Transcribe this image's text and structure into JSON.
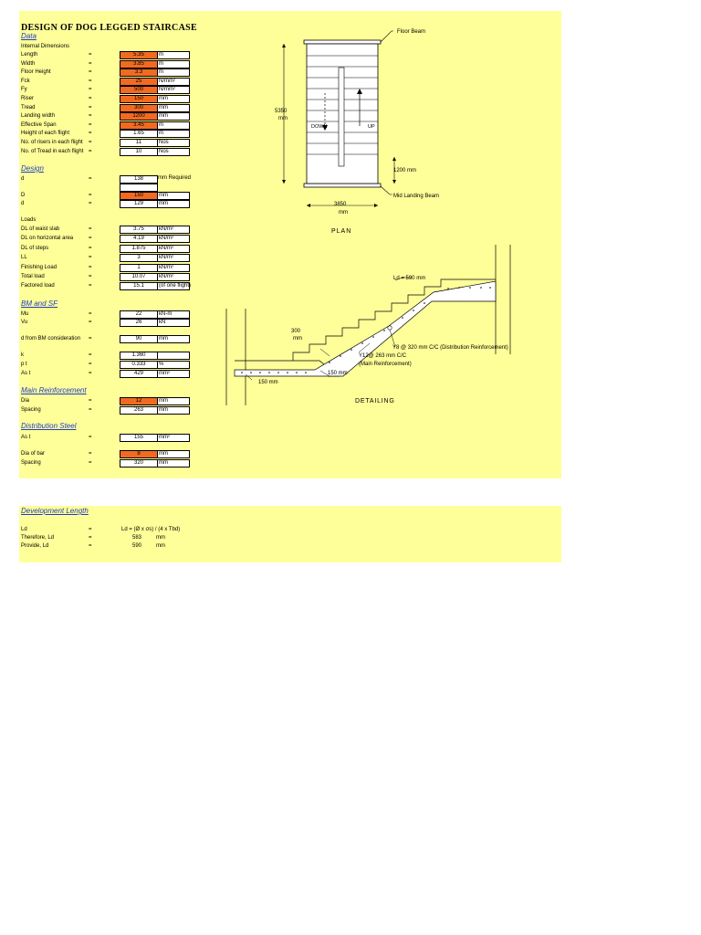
{
  "title": "DESIGN OF DOG LEGGED STAIRCASE",
  "data_section": {
    "heading": "Data",
    "subheading": "Internal Dimensions",
    "rows": [
      {
        "label": "Length",
        "eq": "=",
        "value": "5.35",
        "unit": "m"
      },
      {
        "label": "Width",
        "eq": "=",
        "value": "3.85",
        "unit": "m"
      },
      {
        "label": "Floor Height",
        "eq": "=",
        "value": "3.3",
        "unit": "m"
      },
      {
        "label": "Fck",
        "eq": "=",
        "value": "25",
        "unit": "N/mm²"
      },
      {
        "label": "Fy",
        "eq": "=",
        "value": "500",
        "unit": "N/mm²"
      },
      {
        "label": "Riser",
        "eq": "=",
        "value": "150",
        "unit": "mm"
      },
      {
        "label": "Tread",
        "eq": "=",
        "value": "300",
        "unit": "mm"
      },
      {
        "label": "Landing width",
        "eq": "=",
        "value": "1200",
        "unit": "mm"
      },
      {
        "label": "Effective Span",
        "eq": "=",
        "value": "3.45",
        "unit": "m"
      },
      {
        "label": "Height of each flight",
        "eq": "=",
        "value": "1.65",
        "unit": "m"
      },
      {
        "label": "No. of risers in each flight",
        "eq": "=",
        "value": "11",
        "unit": "Nos"
      },
      {
        "label": "No. of Tread in each flight",
        "eq": "=",
        "value": "10",
        "unit": "Nos"
      }
    ]
  },
  "design_section": {
    "heading": "Design",
    "d_required": {
      "label": "d",
      "eq": "=",
      "value": "138",
      "unit": "mm Required"
    },
    "D": {
      "label": "D",
      "eq": "=",
      "value": "150",
      "unit": "mm"
    },
    "d": {
      "label": "d",
      "eq": "=",
      "value": "129",
      "unit": "mm"
    },
    "loads_label": "Loads",
    "loads": [
      {
        "label": "DL of waist slab",
        "eq": "=",
        "value": "3.75",
        "unit": "kN/m²"
      },
      {
        "label": "DL on horizontal area",
        "eq": "=",
        "value": "4.19",
        "unit": "kN/m²"
      },
      {
        "label": "DL of steps",
        "eq": "=",
        "value": "1.875",
        "unit": "kN/m²"
      },
      {
        "label": "LL",
        "eq": "=",
        "value": "3",
        "unit": "kN/m²"
      },
      {
        "label": "Finishing Load",
        "eq": "=",
        "value": "1",
        "unit": "kN/m²"
      },
      {
        "label": "Total load",
        "eq": "=",
        "value": "10.07",
        "unit": "kN/m²"
      },
      {
        "label": "Factored load",
        "eq": "=",
        "value": "15.1",
        "unit": "(of one flight)"
      }
    ]
  },
  "bm_section": {
    "heading": "BM and SF",
    "Mu": {
      "label": "Mu",
      "eq": "=",
      "value": "22",
      "unit": "kN-m"
    },
    "Vu": {
      "label": "Vu",
      "eq": "=",
      "value": "26",
      "unit": "kN"
    },
    "d_bm": {
      "label": "d from BM consideration",
      "eq": "=",
      "value": "90",
      "unit": "mm"
    },
    "k": {
      "label": "k",
      "eq": "=",
      "value": "1.360",
      "unit": ""
    },
    "pt": {
      "label": "p t",
      "eq": "=",
      "value": "0.333",
      "unit": "%"
    },
    "ast": {
      "label": "As t",
      "eq": "=",
      "value": "429",
      "unit": "mm²"
    }
  },
  "main_reinf": {
    "heading": "Main Reinforcement",
    "dia": {
      "label": "Dia",
      "eq": "=",
      "value": "12",
      "unit": "mm"
    },
    "spacing": {
      "label": "Spacing",
      "eq": "=",
      "value": "263",
      "unit": "mm"
    }
  },
  "dist_steel": {
    "heading": "Distribution Steel",
    "ast": {
      "label": "As t",
      "eq": "=",
      "value": "155",
      "unit": "mm²"
    },
    "dia": {
      "label": "Dia of bar",
      "eq": "=",
      "value": "8",
      "unit": "mm"
    },
    "spacing": {
      "label": "Spacing",
      "eq": "=",
      "value": "320",
      "unit": "mm"
    }
  },
  "dev_length": {
    "heading": "Development Length",
    "ld": {
      "label": "Ld",
      "eq": "=",
      "value": "Ld = (Ø x σs) / (4 x Tbd)"
    },
    "therefore": {
      "label": "Therefore, Ld",
      "eq": "=",
      "value": "583",
      "unit": "mm"
    },
    "provide": {
      "label": "Provide, Ld",
      "eq": "=",
      "value": "590",
      "unit": "mm"
    }
  },
  "plan": {
    "floor_beam": "Floor Beam",
    "length_value": "5350",
    "length_unit": "mm",
    "down": "DOWN",
    "up": "UP",
    "landing": "1200 mm",
    "mid_landing": "Mid Landing Beam",
    "width_value": "3850",
    "width_unit": "mm",
    "caption": "PLAN"
  },
  "detailing": {
    "ld_label": "Ld = 590 mm",
    "tread_value": "300",
    "tread_unit": "mm",
    "y8_label": "Y8 @ 320 mm C/C (Distribution Reinforcement)",
    "y12_label": "Y12@ 263 mm C/C",
    "y12_sub": "(Main Reinforcement)",
    "thk_1": "150 mm",
    "thk_2": "150 mm",
    "caption": "DETAILING"
  }
}
